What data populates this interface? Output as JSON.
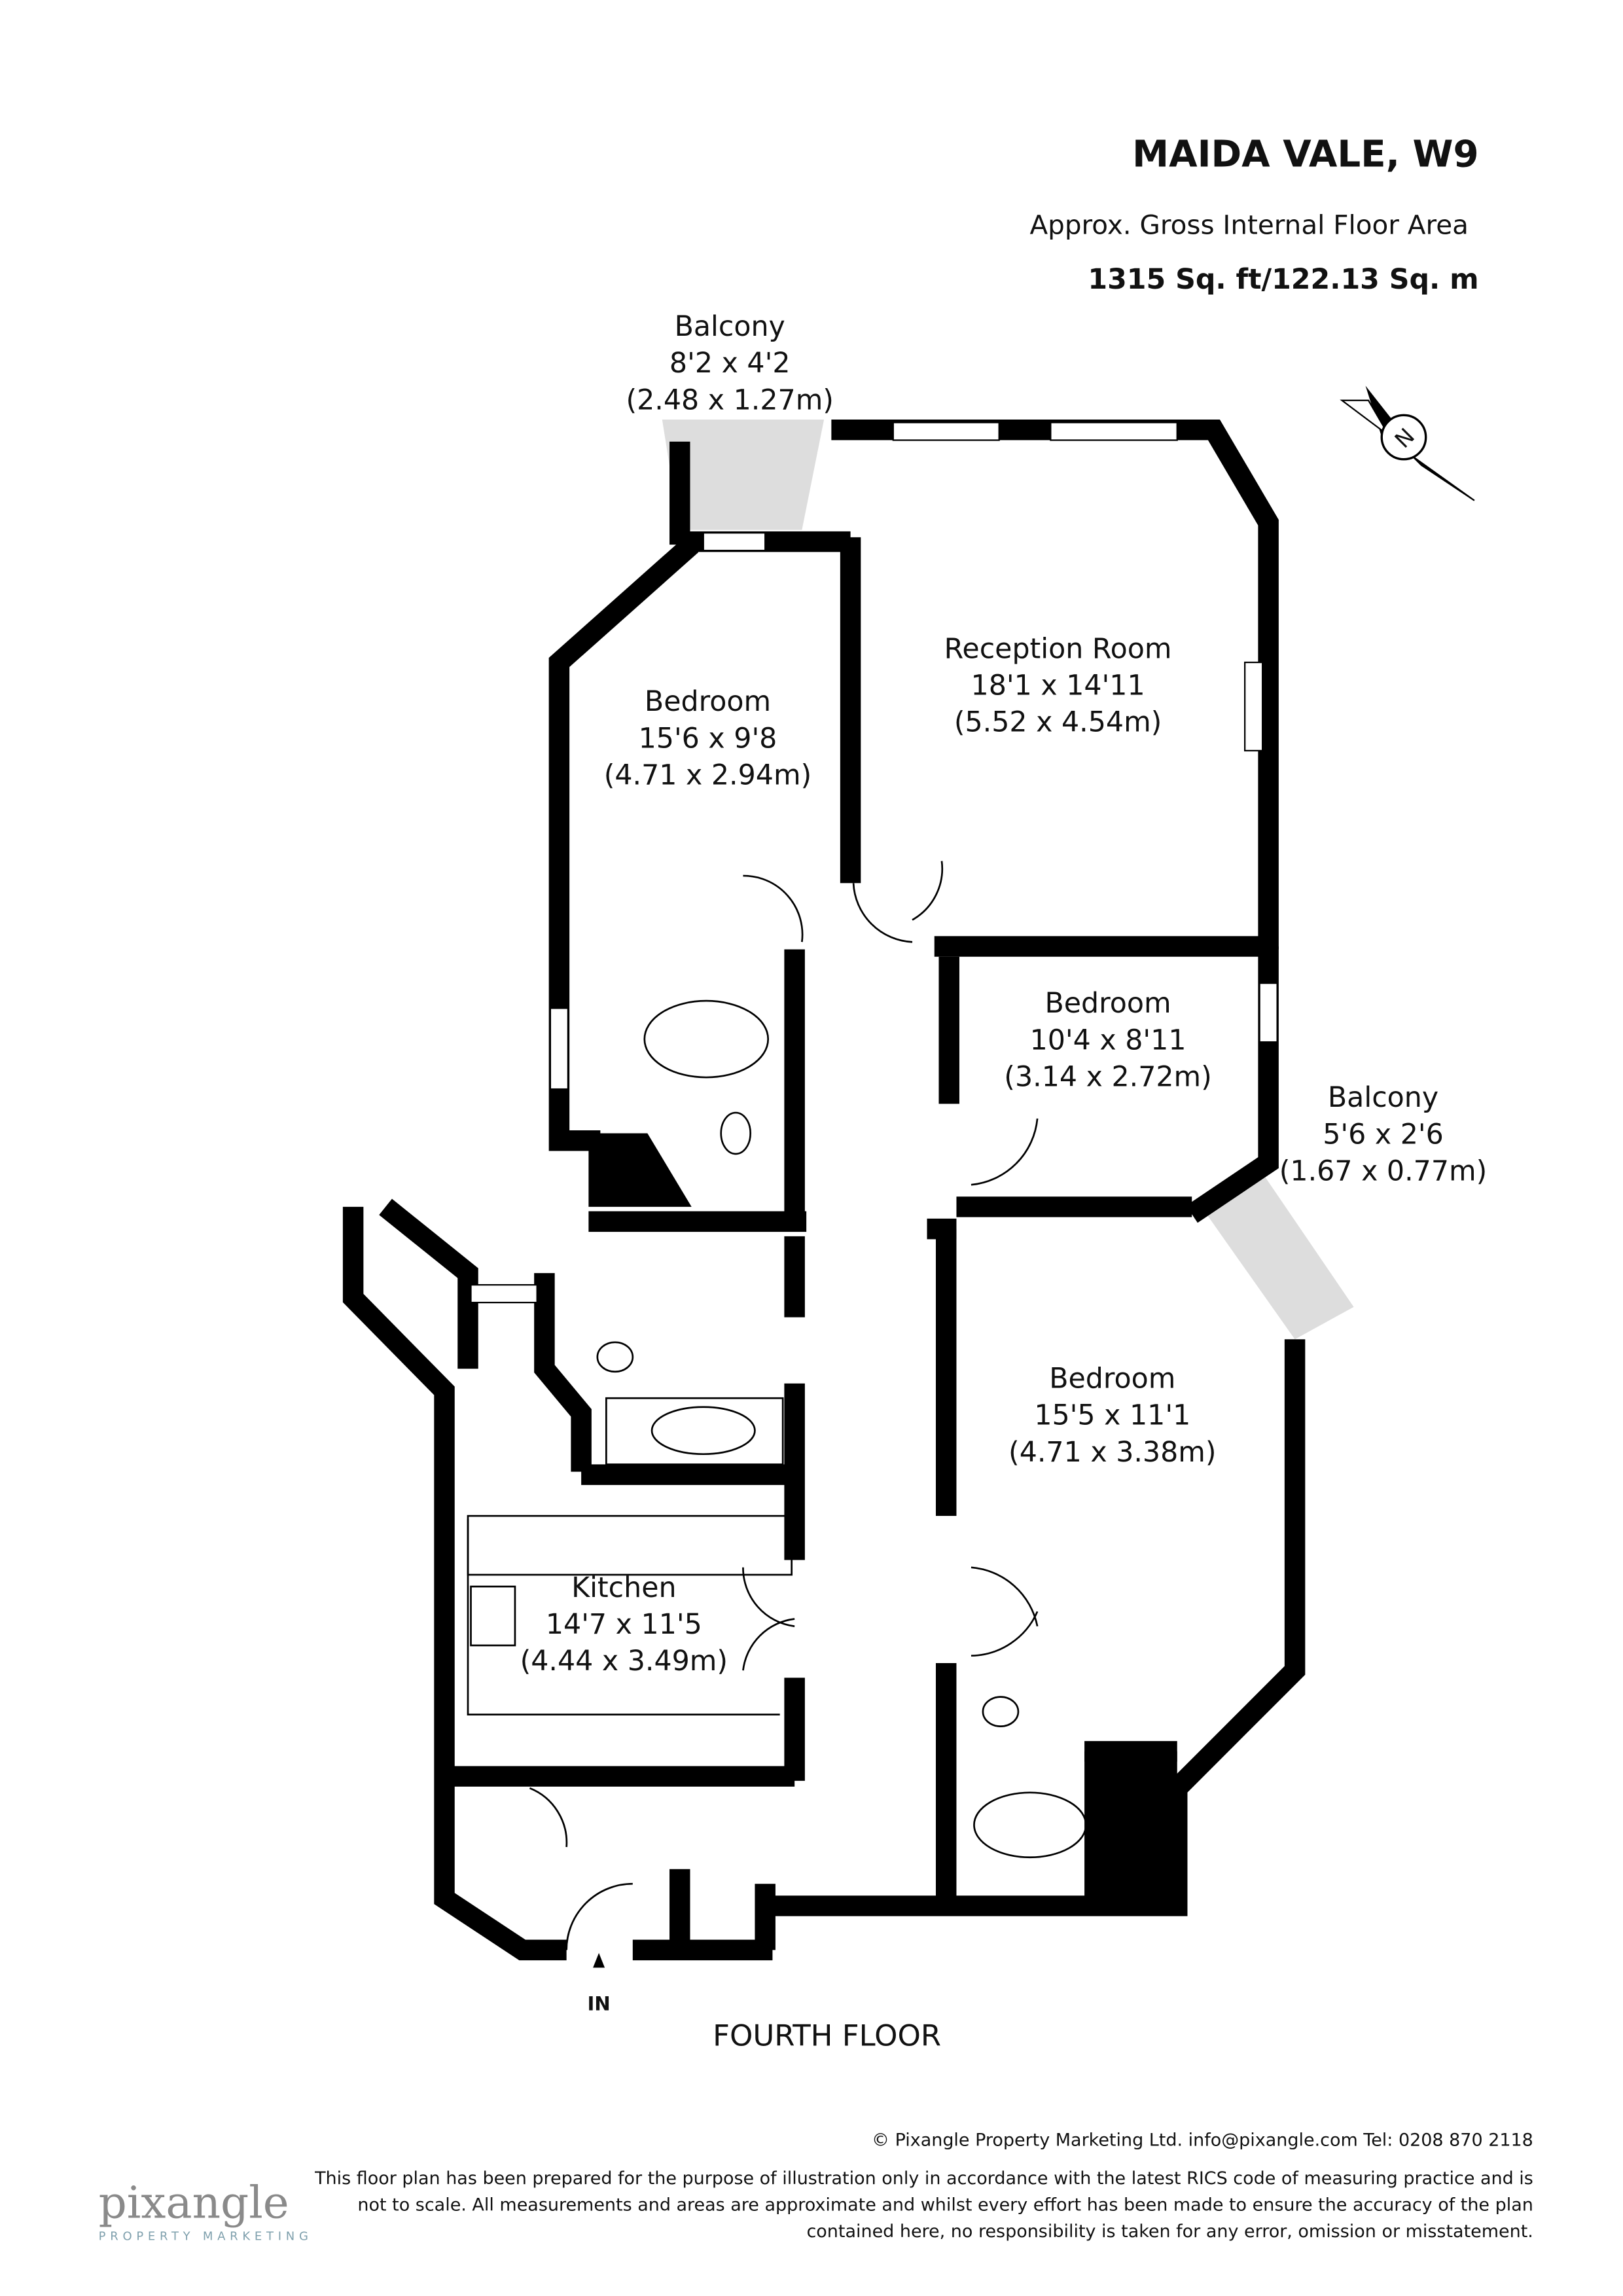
{
  "header": {
    "title": "MAIDA VALE, W9",
    "subtitle": "Approx. Gross Internal Floor Area",
    "area": "1315 Sq. ft/122.13 Sq. m"
  },
  "rooms": [
    {
      "name": "Balcony",
      "dims_imperial": "8'2 x 4'2",
      "dims_metric": "(2.48 x 1.27m)"
    },
    {
      "name": "Reception Room",
      "dims_imperial": "18'1 x 14'11",
      "dims_metric": "(5.52 x 4.54m)"
    },
    {
      "name": "Bedroom",
      "dims_imperial": "15'6 x 9'8",
      "dims_metric": "(4.71 x 2.94m)"
    },
    {
      "name": "Bedroom",
      "dims_imperial": "10'4 x 8'11",
      "dims_metric": "(3.14 x 2.72m)"
    },
    {
      "name": "Balcony",
      "dims_imperial": "5'6 x 2'6",
      "dims_metric": "(1.67 x 0.77m)"
    },
    {
      "name": "Bedroom",
      "dims_imperial": "15'5 x 11'1",
      "dims_metric": "(4.71 x 3.38m)"
    },
    {
      "name": "Kitchen",
      "dims_imperial": "14'7 x 11'5",
      "dims_metric": "(4.44 x 3.49m)"
    }
  ],
  "entrance_label": "IN",
  "floor_label": "FOURTH FLOOR",
  "compass_label": "N",
  "footer": {
    "copyright": "© Pixangle Property Marketing Ltd. info@pixangle.com Tel: 0208 870 2118",
    "disclaimer": [
      "This floor plan has been prepared for the purpose of illustration only in accordance with the latest RICS code of measuring practice and is",
      "not to scale. All measurements and areas are approximate and whilst every effort has been made to ensure the accuracy of the plan",
      "contained here, no responsibility is taken for any error, omission or misstatement."
    ],
    "logo_name": "pixangle",
    "logo_tagline": "PROPERTY MARKETING"
  }
}
